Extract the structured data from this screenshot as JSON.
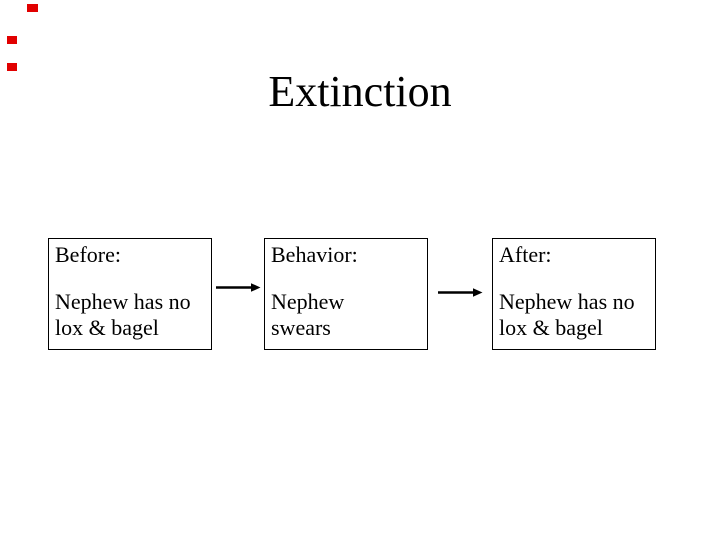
{
  "slide": {
    "title": "Extinction",
    "background_color": "#ffffff",
    "text_color": "#000000"
  },
  "diagram": {
    "border_color": "#000000",
    "arrow_color": "#000000",
    "boxes": [
      {
        "label": "Before:",
        "text": "Nephew has no lox & bagel"
      },
      {
        "label": "Behavior:",
        "text": "Nephew swears"
      },
      {
        "label": "After:",
        "text": "Nephew has no lox & bagel"
      }
    ],
    "arrows": [
      {
        "from": "Before",
        "to": "Behavior",
        "direction": "right"
      },
      {
        "from": "Behavior",
        "to": "After",
        "direction": "right"
      }
    ]
  },
  "artifacts": {
    "marker_color": "#e10000",
    "marker_count": 3
  }
}
